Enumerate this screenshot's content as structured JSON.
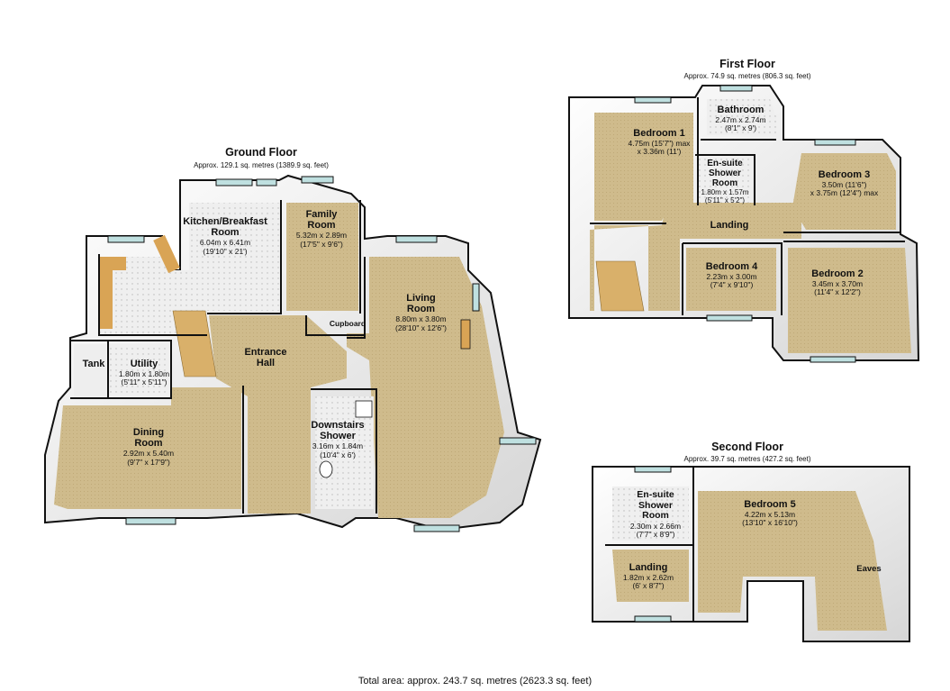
{
  "ground_floor": {
    "title": "Ground Floor",
    "area": "Approx. 129.1 sq. metres (1389.9 sq. feet)",
    "rooms": [
      {
        "name": "Kitchen/Breakfast\nRoom",
        "dim": "6.04m x 6.41m\n(19'10\" x 21')"
      },
      {
        "name": "Family\nRoom",
        "dim": "5.32m x 2.89m\n(17'5\" x 9'6\")"
      },
      {
        "name": "Living\nRoom",
        "dim": "8.80m x 3.80m\n(28'10\" x 12'6\")"
      },
      {
        "name": "Cupboard",
        "dim": ""
      },
      {
        "name": "Entrance\nHall",
        "dim": ""
      },
      {
        "name": "Tank",
        "dim": ""
      },
      {
        "name": "Utility",
        "dim": "1.80m x 1.80m\n(5'11\" x 5'11\")"
      },
      {
        "name": "Dining\nRoom",
        "dim": "2.92m x 5.40m\n(9'7\" x 17'9\")"
      },
      {
        "name": "Downstairs\nShower",
        "dim": "3.16m x 1.84m\n(10'4\" x 6')"
      }
    ]
  },
  "first_floor": {
    "title": "First Floor",
    "area": "Approx. 74.9 sq. metres (806.3 sq. feet)",
    "rooms": [
      {
        "name": "Bathroom",
        "dim": "2.47m x 2.74m\n(8'1\" x 9')"
      },
      {
        "name": "Bedroom 1",
        "dim": "4.75m (15'7\") max\nx 3.36m (11')"
      },
      {
        "name": "En-suite\nShower\nRoom",
        "dim": "1.80m x 1.57m\n(5'11\" x 5'2\")"
      },
      {
        "name": "Bedroom 3",
        "dim": "3.50m (11'6\")\nx 3.75m (12'4\") max"
      },
      {
        "name": "Landing",
        "dim": ""
      },
      {
        "name": "Bedroom 4",
        "dim": "2.23m x 3.00m\n(7'4\" x 9'10\")"
      },
      {
        "name": "Bedroom 2",
        "dim": "3.45m x 3.70m\n(11'4\" x 12'2\")"
      }
    ]
  },
  "second_floor": {
    "title": "Second Floor",
    "area": "Approx. 39.7 sq. metres (427.2 sq. feet)",
    "rooms": [
      {
        "name": "En-suite\nShower\nRoom",
        "dim": "2.30m x 2.66m\n(7'7\" x 8'9\")"
      },
      {
        "name": "Bedroom 5",
        "dim": "4.22m x 5.13m\n(13'10\" x 16'10\")"
      },
      {
        "name": "Landing",
        "dim": "1.82m x 2.62m\n(6' x 8'7\")"
      },
      {
        "name": "Eaves",
        "dim": ""
      }
    ]
  },
  "total_area": "Total area: approx. 243.7 sq. metres (2623.3 sq. feet)",
  "colors": {
    "wall": "#111111",
    "carpet": "#cdb98a",
    "tile": "#e6e6e6",
    "window": "#bfe0e0",
    "wood": "#d9a455"
  }
}
